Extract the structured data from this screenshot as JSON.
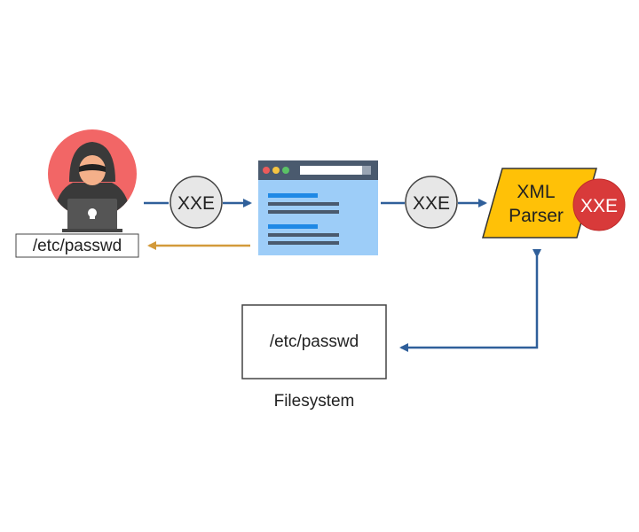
{
  "attacker": {
    "icon": "hooded-hacker-icon",
    "leaked_file_label": "/etc/passwd"
  },
  "payload_1": {
    "label": "XXE"
  },
  "browser": {
    "icon": "browser-window-icon"
  },
  "payload_2": {
    "label": "XXE"
  },
  "parser": {
    "line1": "XML",
    "line2": "Parser",
    "badge": "XXE"
  },
  "filesystem": {
    "file_label": "/etc/passwd",
    "caption": "Filesystem"
  },
  "colors": {
    "request_arrow": "#2f5f9a",
    "response_arrow": "#d39a3a",
    "attacker_circle": "#f26666",
    "payload_bubble": "#e7e7e7",
    "browser_body": "#9dcdf8",
    "browser_bar": "#4a5a6e",
    "parser_fill": "#ffc107",
    "badge_fill": "#d83a3a"
  }
}
